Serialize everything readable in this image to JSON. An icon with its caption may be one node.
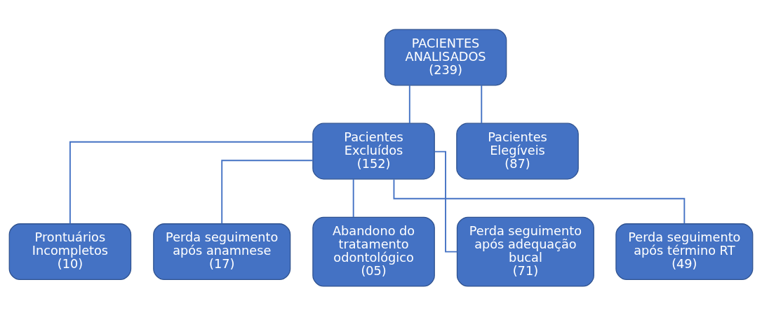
{
  "diagram": {
    "nodes": [
      {
        "text": [
          "PACIENTES ANALISADOS",
          "(239)"
        ]
      },
      {
        "text": [
          "Pacientes Excluídos",
          "(152)"
        ]
      },
      {
        "text": [
          "Pacientes Elegíveis",
          "(87)"
        ]
      },
      {
        "text": [
          "Prontuários Incompletos",
          "(10)"
        ]
      },
      {
        "text": [
          "Perda seguimento após anamnese",
          "(17)"
        ]
      },
      {
        "text": [
          "Abandono do tratamento odontológico",
          "(05)"
        ]
      },
      {
        "text": [
          "Perda seguimento após adequação bucal",
          "(71)"
        ]
      },
      {
        "text": [
          "Perda seguimento após término RT",
          "(49)"
        ]
      }
    ],
    "edges": [
      {
        "from": 0,
        "to": 1,
        "arrow": "none"
      },
      {
        "from": 0,
        "to": 2,
        "arrow": "none"
      },
      {
        "from": 1,
        "to": 3,
        "arrow": "none"
      },
      {
        "from": 1,
        "to": 4,
        "arrow": "none"
      },
      {
        "from": 1,
        "to": 5,
        "arrow": "none"
      },
      {
        "from": 1,
        "to": 6,
        "arrow": "none"
      },
      {
        "from": 1,
        "to": 7,
        "arrow": "none"
      }
    ]
  }
}
